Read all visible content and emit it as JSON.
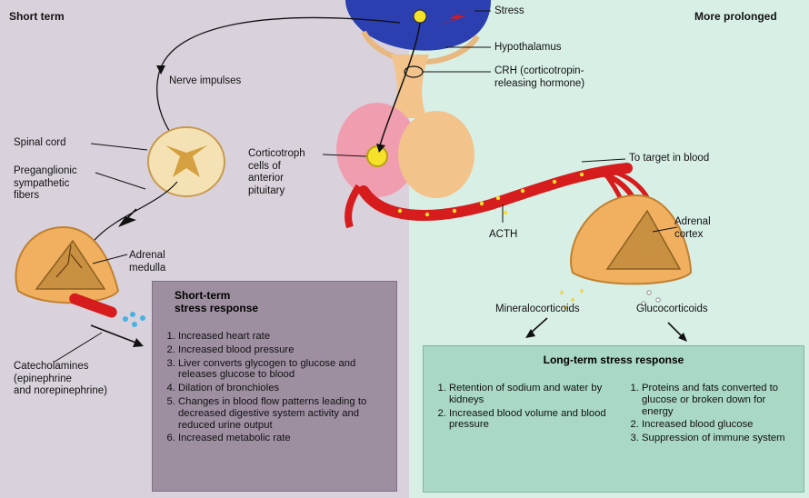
{
  "headers": {
    "short_term": "Short term",
    "more_prolonged": "More prolonged"
  },
  "labels": {
    "stress": "Stress",
    "hypothalamus": "Hypothalamus",
    "crh": "CRH (corticotropin-\nreleasing hormone)",
    "nerve_impulses": "Nerve impulses",
    "spinal_cord": "Spinal cord",
    "preganglionic": "Preganglionic\nsympathetic\nfibers",
    "corticotroph": "Corticotroph\ncells of\nanterior\npituitary",
    "to_target": "To target in blood",
    "adrenal_cortex": "Adrenal\ncortex",
    "acth": "ACTH",
    "adrenal_medulla": "Adrenal\nmedulla",
    "mineralocorticoids": "Mineralocorticoids",
    "glucocorticoids": "Glucocorticoids",
    "catecholamines": "Catecholamines\n(epinephrine\nand norepinephrine)"
  },
  "short_term_box": {
    "title": "Short-term\nstress response",
    "items": [
      "Increased heart rate",
      "Increased blood pressure",
      "Liver converts glycogen to glucose and releases glucose to blood",
      "Dilation of bronchioles",
      "Changes in blood flow patterns leading to decreased digestive system activity and reduced urine output",
      "Increased metabolic rate"
    ]
  },
  "long_term_box": {
    "title": "Long-term stress response",
    "items_left": [
      "Retention of sodium and water by kidneys",
      "Increased blood volume and blood pressure"
    ],
    "items_right": [
      "Proteins and fats converted to glucose or broken down for energy",
      "Increased blood glucose",
      "Suppression of immune system"
    ]
  },
  "colors": {
    "short_bg": "#d9d2dc",
    "long_bg": "#d8efe6",
    "short_box": "#9d8fa0",
    "long_box": "#a9d8c4",
    "brain_blue": "#2b3fb0",
    "pituitary_pink": "#f19db0",
    "gland_orange": "#f0b060",
    "vessel_red": "#d61c1c"
  }
}
